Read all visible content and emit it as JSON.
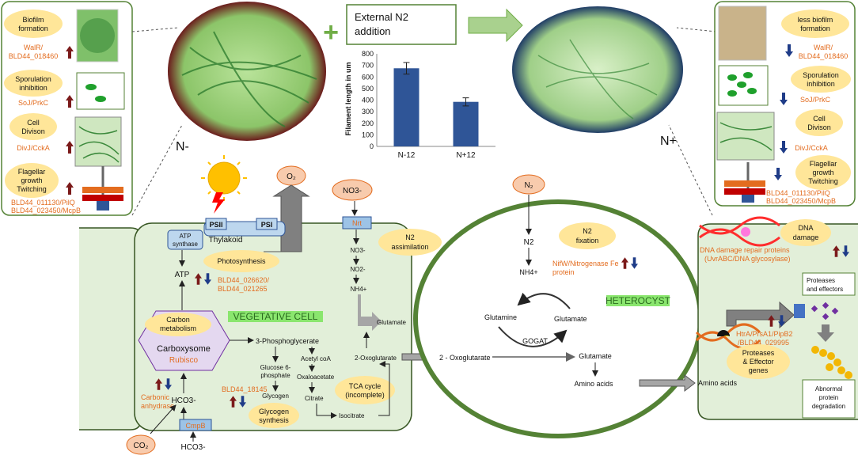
{
  "n_minus": {
    "label": "N-",
    "panel": {
      "biofilm": {
        "title_l1": "Biofilm",
        "title_l2": "formation",
        "genes_l1": "WalR/",
        "genes_l2": "BLD44_018460"
      },
      "sporulation": {
        "title_l1": "Sporulation",
        "title_l2": "inhibition",
        "genes": "SoJ/PrkC"
      },
      "division": {
        "title_l1": "Cell",
        "title_l2": "Divison",
        "genes": "DivJ/CckA"
      },
      "flagellar": {
        "title_l1": "Flagellar",
        "title_l2": "growth",
        "title_l3": "Twitching",
        "genes_l1": "BLD44_011130/PilQ",
        "genes_l2": "BLD44_023450/McpB"
      }
    }
  },
  "n_plus": {
    "label": "N+",
    "panel": {
      "biofilm": {
        "title_l1": "less biofilm",
        "title_l2": "formation",
        "genes_l1": "WalR/",
        "genes_l2": "BLD44_018460"
      },
      "sporulation": {
        "title_l1": "Sporulation",
        "title_l2": "inhibition",
        "genes": "SoJ/PrkC"
      },
      "division": {
        "title_l1": "Cell",
        "title_l2": "Divison",
        "genes": "DivJ/CckA"
      },
      "flagellar": {
        "title_l1": "Flagellar",
        "title_l2": "growth",
        "title_l3": "Twitching",
        "genes_l1": "BLD44_011130/PilQ",
        "genes_l2": "BLD44_023450/McpB"
      }
    }
  },
  "plus_sign": "+",
  "external_box": {
    "l1": "External N2",
    "l2": "addition"
  },
  "chart_data": {
    "type": "bar",
    "categories": [
      "N-12",
      "N+12"
    ],
    "values": [
      675,
      385
    ],
    "errors": [
      50,
      35
    ],
    "ylabel": "Filament length in um",
    "ylim": [
      0,
      800
    ],
    "yticks": [
      0,
      100,
      200,
      300,
      400,
      500,
      600,
      700,
      800
    ],
    "bar_color": "#2f5597"
  },
  "vegetative": {
    "cell_label": "VEGETATIVE CELL",
    "o2": "O₂",
    "psii": "PSII",
    "psi": "PSI",
    "thylakoid": "Thylakoid",
    "atp_synthase_l1": "ATP",
    "atp_synthase_l2": "synthase",
    "photosynthesis": "Photosynthesis",
    "atp": "ATP",
    "photo_genes_l1": "BLD44_026620/",
    "photo_genes_l2": "BLD44_021265",
    "carbon_metab_l1": "Carbon",
    "carbon_metab_l2": "metabolism",
    "carboxysome": "Carboxysome",
    "rubisco": "Rubisco",
    "pga": "3-Phosphoglycerate",
    "g6p_l1": "Glucose 6-",
    "g6p_l2": "phosphate",
    "glycogen": "Glycogen",
    "glycogen_synth_l1": "Glycogen",
    "glycogen_synth_l2": "synthesis",
    "glyc_gene": "BLD44_18145",
    "acetyl": "Acetyl coA",
    "oxaloacetate": "Oxaloacetate",
    "citrate": "Citrate",
    "isocitrate": "Isocitrate",
    "tca_l1": "TCA cycle",
    "tca_l2": "(incomplete)",
    "oxoglut": "2-Oxoglutarate",
    "glutamate": "Glutamate",
    "ca_l1": "Carbonic",
    "ca_l2": "anhydrase",
    "hco3_in": "HCO3-",
    "cmpb": "CmpB",
    "hco3_out": "HCO3-",
    "co2": "CO₂",
    "no3_ext": "NO3-",
    "nrt": "Nrt",
    "n2_assim_l1": "N2",
    "n2_assim_l2": "assimilation",
    "no3_in": "NO3-",
    "no2": "NO2-",
    "nh4": "NH4+"
  },
  "heterocyst": {
    "label": "HETEROCYST",
    "n2_ext": "N₂",
    "n2": "N2",
    "fix_l1": "N2",
    "fix_l2": "fixation",
    "nif_l1": "NifW/Nitrogenase Fe",
    "nif_l2": "protein",
    "nh4": "NH4+",
    "glutamine": "Glutamine",
    "glutamate_top": "Glutamate",
    "gogat": "GOGAT",
    "oxoglut": "2 - Oxoglutarate",
    "glutamate": "Glutamate",
    "amino": "Amino acids"
  },
  "right_cell": {
    "dna_l1": "DNA",
    "dna_l2": "damage",
    "dna_genes_l1": "DNA damage repair proteins",
    "dna_genes_l2": "(UvrABC/DNA glycosylase)",
    "prot_eff_l1": "Proteases",
    "prot_eff_l2": "and effectors",
    "htra_l1": "HtrA/PrsA1/PipB2",
    "htra_l2": "/BLD44_029995",
    "pe_l1": "Proteases",
    "pe_l2": "& Effector",
    "pe_l3": "genes",
    "amino": "Amino acids",
    "abn_l1": "Abnormal",
    "abn_l2": "protein",
    "abn_l3": "degradation"
  },
  "colors": {
    "cell_fill": "#e2efd9",
    "cell_stroke": "#375623",
    "heterocyst_stroke": "#548235",
    "pill": "#ffe699",
    "orange_text": "#e36c1f",
    "up_arrow": "#7b1a1a",
    "down_arrow": "#1f3c88",
    "bar": "#2f5597",
    "label_green": "#8ae66e"
  }
}
